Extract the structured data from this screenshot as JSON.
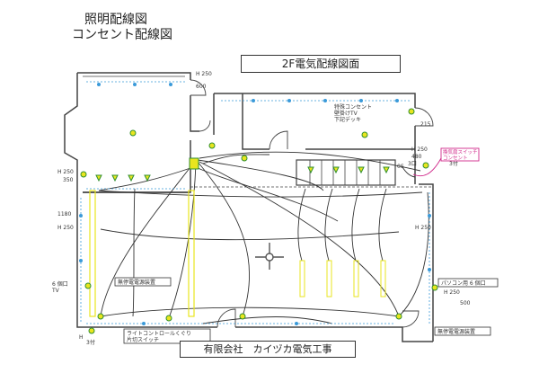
{
  "header": {
    "title_line1": "照明配線図",
    "title_line2": "コンセント配線図"
  },
  "plan_title": "2F電気配線図面",
  "company": "有限会社　カイヅカ電気工事",
  "annotations": {
    "h250_top": "H 250",
    "dim_600": "600",
    "special_outlet_note": "特殊コンセント\n壁掛けTV\n下記デッキ",
    "dim_215": "215",
    "h250_right": "H 250",
    "dim_480": "480",
    "dim_0s": "0S",
    "pink_note": "換気扇スイッチ\nコンセント",
    "label_3switch": "3口",
    "label_3tsuke": "3付",
    "h250_left": "H 250",
    "dim_350": "350",
    "dim_1180": "1180",
    "h250_left_lower": "H 250",
    "h250_right_lower": "H 250",
    "six_ports_tv": "6 個口\nTV",
    "noise_filter_left": "無停電電源装置",
    "pc_outlet": "パソコン用 6 個口",
    "h250_pc": "H 250",
    "dim_500": "500",
    "light_control_switch": "ライトコントロールくぐり\n片切スイッチ",
    "h_label_left": "H",
    "noise_filter_right": "無停電電源装置",
    "label_3tsuke_bottom": "3付"
  },
  "colors": {
    "wall": "#444444",
    "wire": "#333333",
    "device_green": "#2f8f2f",
    "fixture_yellow": "#e9e51f",
    "outlet_blue": "#3a9ad9",
    "note_pink": "#d0288a"
  }
}
